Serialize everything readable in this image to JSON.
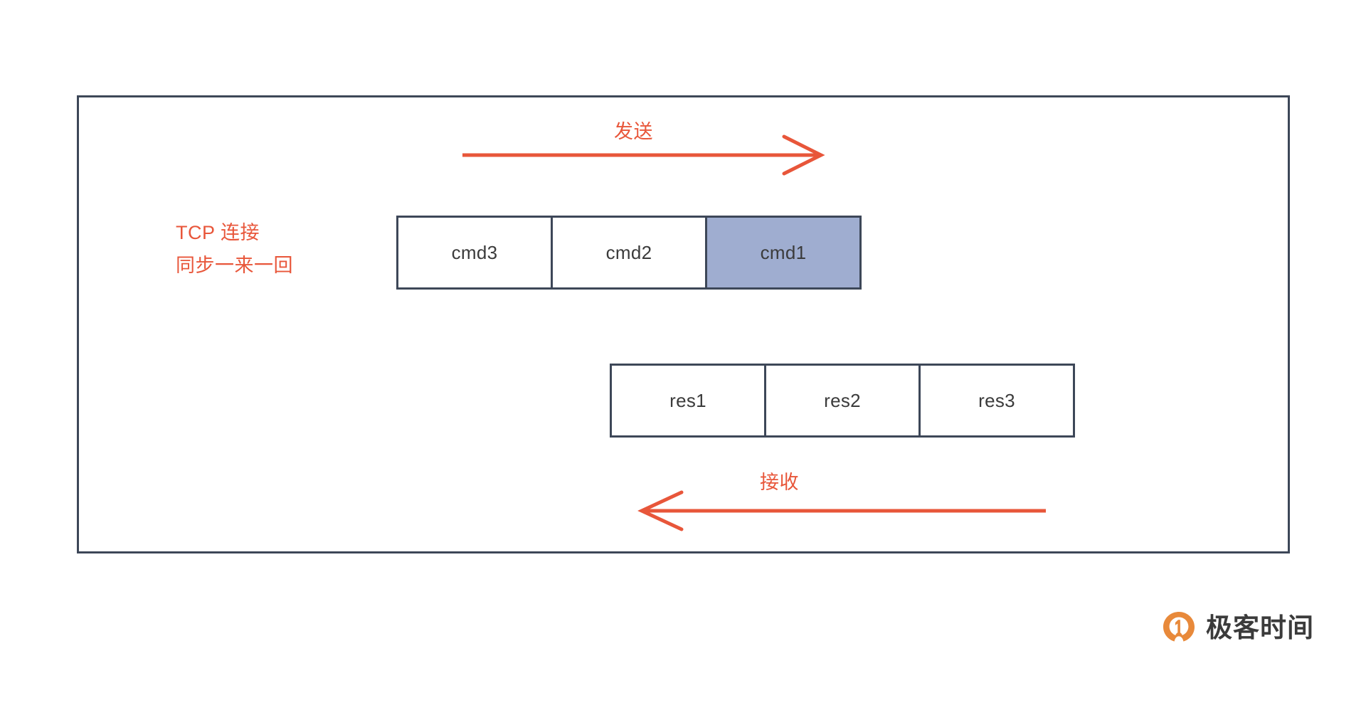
{
  "diagram": {
    "title_note_line1": "TCP 连接",
    "title_note_line2": "同步一来一回",
    "send_label": "发送",
    "receive_label": "接收",
    "command_row": [
      {
        "label": "cmd3",
        "highlighted": false
      },
      {
        "label": "cmd2",
        "highlighted": false
      },
      {
        "label": "cmd1",
        "highlighted": true
      }
    ],
    "response_row": [
      {
        "label": "res1",
        "highlighted": false
      },
      {
        "label": "res2",
        "highlighted": false
      },
      {
        "label": "res3",
        "highlighted": false
      }
    ],
    "colors": {
      "accent_red": "#e8563a",
      "border_slate": "#3d4758",
      "highlight_fill": "#9fadd0",
      "text_dark": "#3b3b3b",
      "logo_orange": "#e8893a",
      "background": "#ffffff"
    }
  },
  "brand": {
    "name": "极客时间",
    "mark": "geekbang-logo-icon"
  }
}
